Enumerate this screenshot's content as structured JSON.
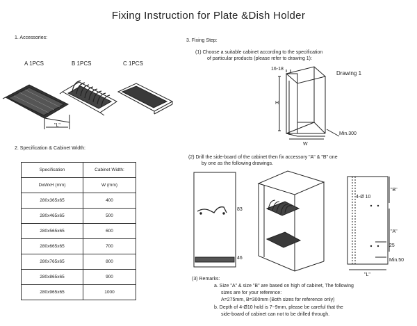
{
  "title": "Fixing Instruction for Plate &Dish Holder",
  "accessories": {
    "heading": "1. Accessories:",
    "items": [
      {
        "label": "A 1PCS"
      },
      {
        "label": "B 1PCS"
      },
      {
        "label": "C 1PCS"
      }
    ],
    "dim_label": "\"L\""
  },
  "specification": {
    "heading": "2. Specification & Cabinet Width:",
    "header": [
      "Specification",
      "Cabinet Width:"
    ],
    "subheader": [
      "DxWxH (mm)",
      "W (mm)"
    ],
    "rows": [
      [
        "280x365x65",
        "400"
      ],
      [
        "280x465x65",
        "500"
      ],
      [
        "280x565x65",
        "600"
      ],
      [
        "280x665x65",
        "700"
      ],
      [
        "280x765x65",
        "800"
      ],
      [
        "280x865x65",
        "900"
      ],
      [
        "280x965x65",
        "1000"
      ]
    ]
  },
  "fixing": {
    "heading": "3. Fixing Step:",
    "step1_line1": "(1) Choose a suitable cabinet according to the specification",
    "step1_line2": "of particular products (please refer to drawing 1):",
    "drawing1": {
      "title": "Drawing 1",
      "label_top": "16-18",
      "label_h": "H",
      "label_w": "W",
      "label_min": "Min.300"
    },
    "step2_line1": "(2) Drill the side-board of the cabinet then fix accessory \"A\" & \"B\" one",
    "step2_line2": "by one as the following drawings.",
    "left_dims": {
      "d1": "83",
      "d2": "46"
    },
    "right_dims": {
      "hole": "4-Ø 10",
      "b": "\"B\"",
      "a": "\"A\"",
      "d25": "25",
      "min50": "Min.50",
      "l": "\"L\""
    },
    "remarks": {
      "heading": "(3) Remarks:",
      "a_line1": "a. Size \"A\" & size \"B\" are based on high of cabinet, The following",
      "a_line2": "sizes are for your reference:",
      "a_line3": "A=275mm, B=300mm (Both sizes for reference only)",
      "b_line1": "b. Depth of 4-Ø10 hold is 7~9mm, please be careful that the",
      "b_line2": "side-board of cabinet can not to be drilled through."
    }
  }
}
